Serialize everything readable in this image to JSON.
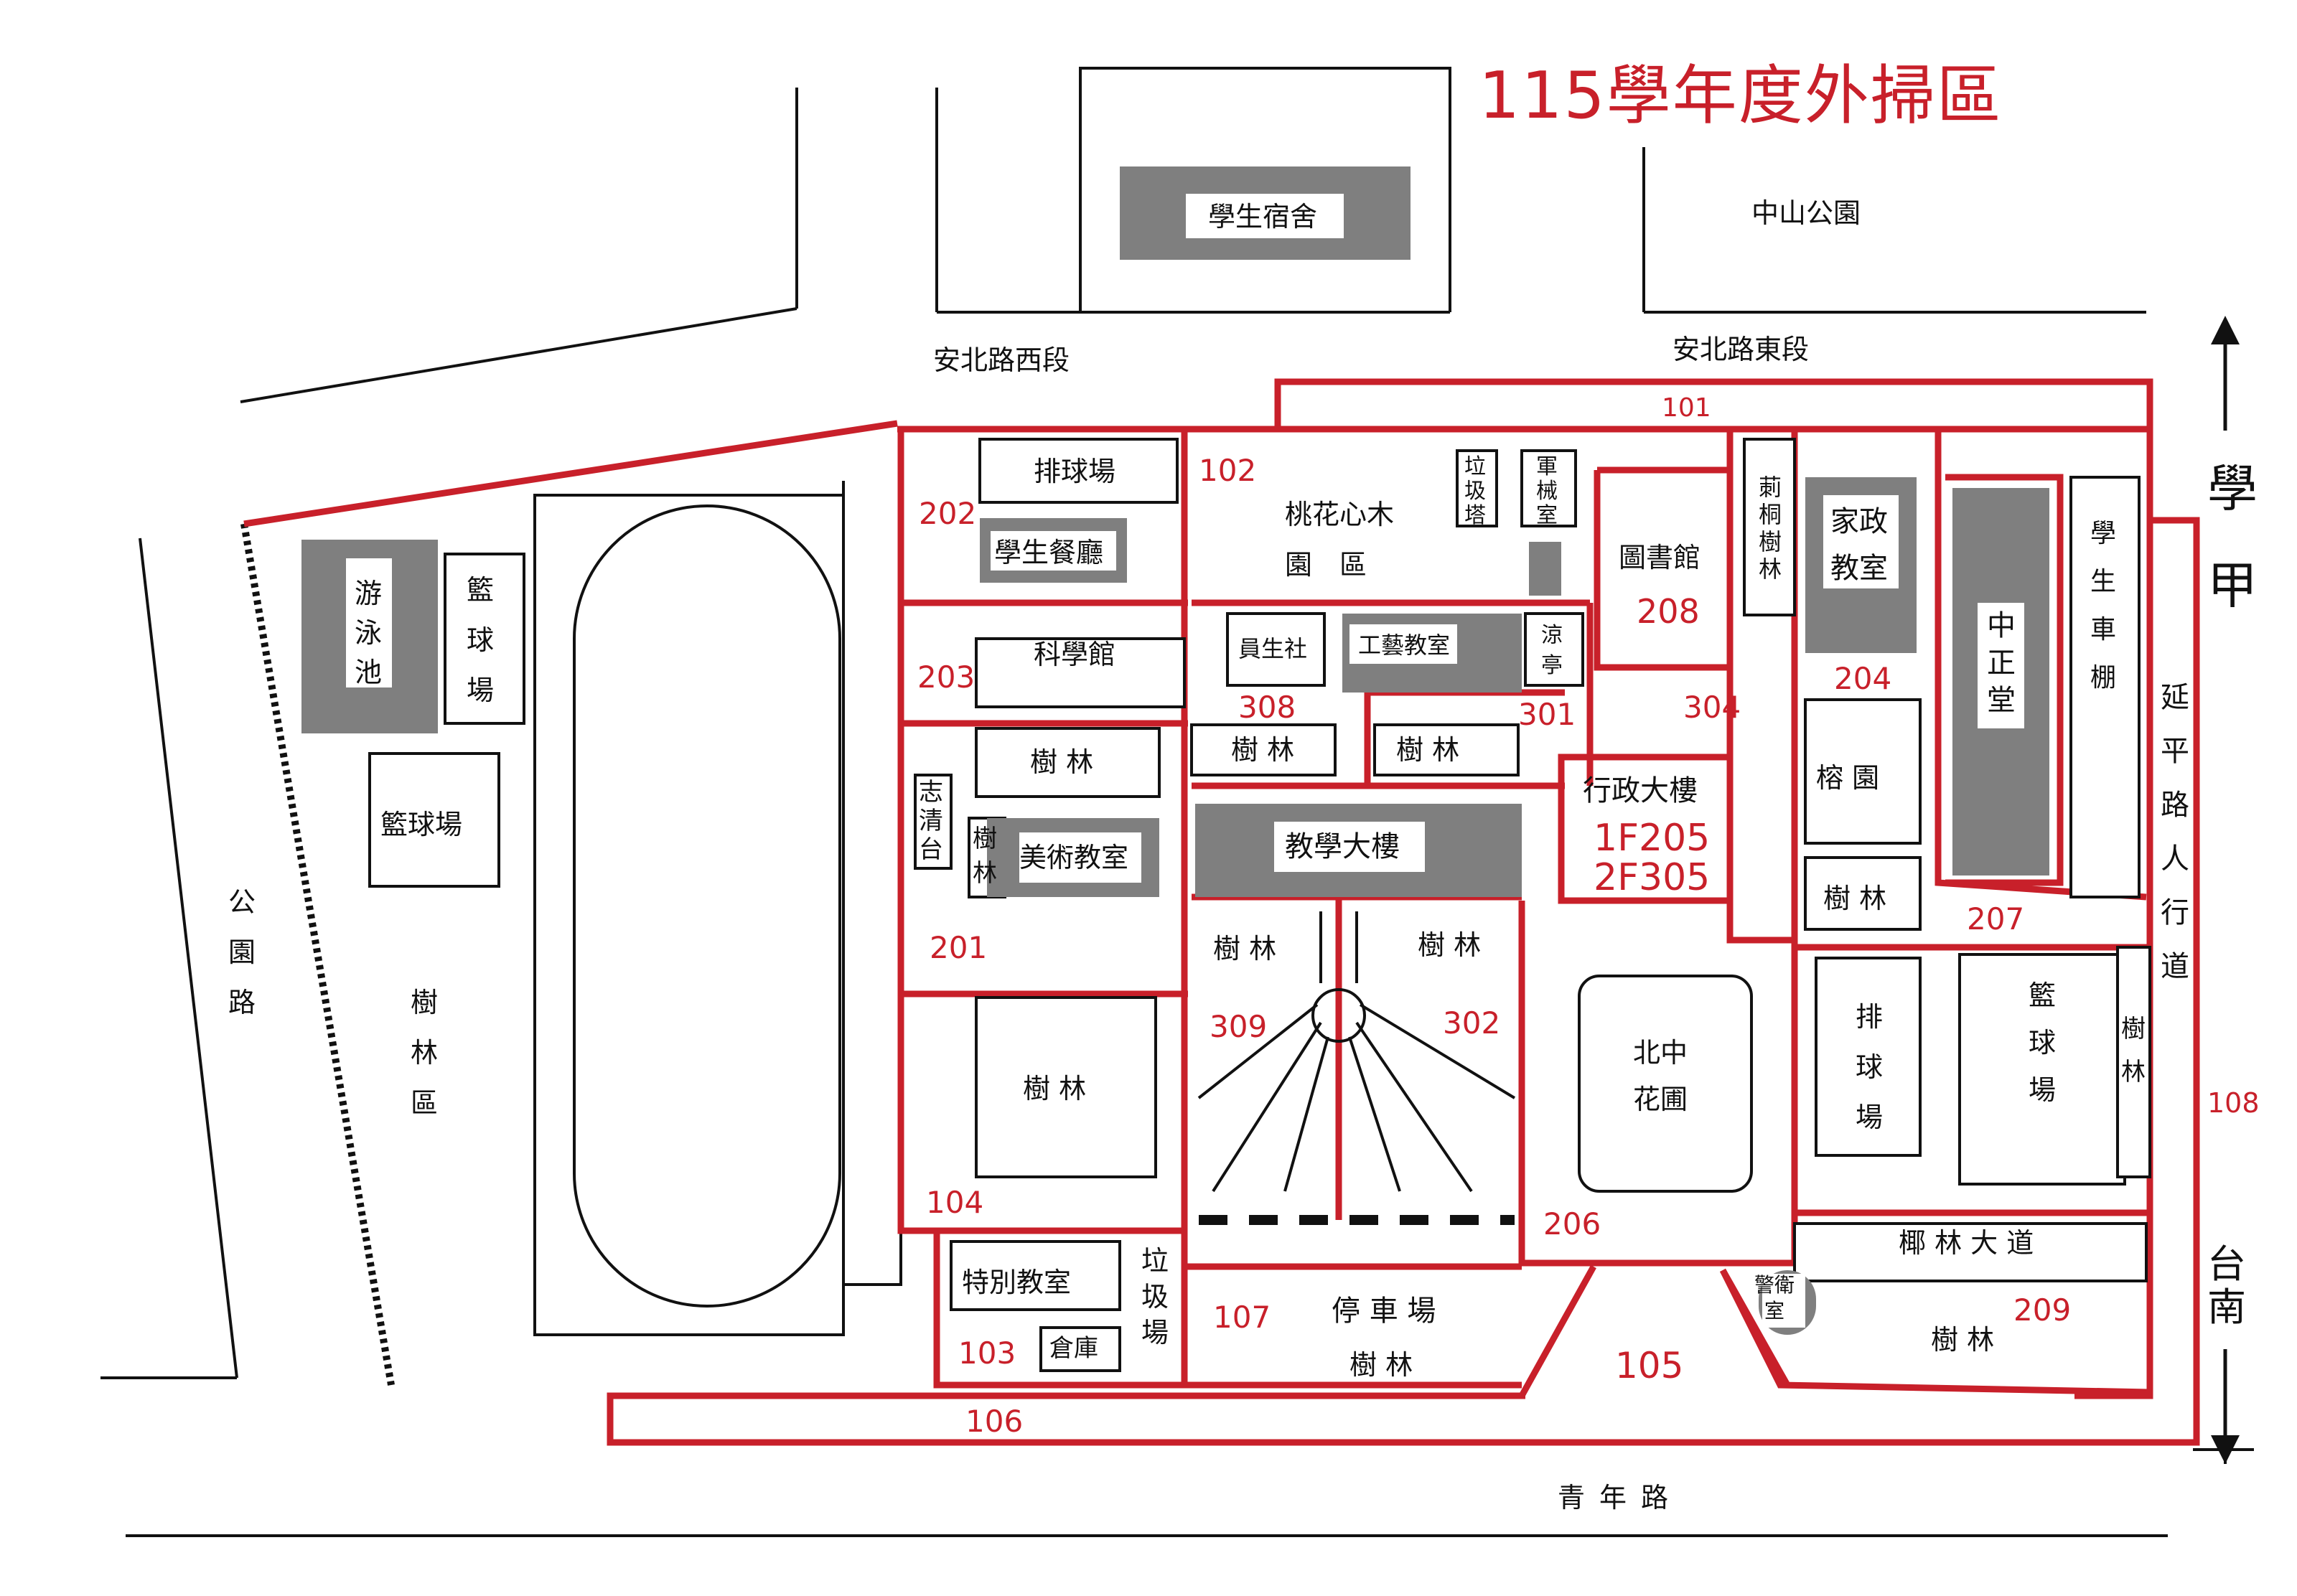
{
  "title": "115學年度外掃區",
  "colors": {
    "zone_red": "#c8202a",
    "building_gray": "#7f7f7f",
    "line_black": "#111111"
  },
  "streets": {
    "anbei_west": "安北路西段",
    "anbei_east": "安北路東段",
    "park_road": "公園路",
    "qingnian_road": "青年路",
    "yanping": "延平路人行道"
  },
  "compass": {
    "north": "學甲",
    "south": "台南"
  },
  "outside": {
    "dorm": "學生宿舍",
    "zhongshan_park": "中山公園"
  },
  "facilities": {
    "swimming_pool": "游泳池",
    "basketball_west_vertical": "籃球場",
    "basketball_west": "籃球場",
    "woods_area": "樹林區",
    "volleyball_north": "排球場",
    "cafeteria": "學生餐廳",
    "science_hall": "科學館",
    "woods_203": "樹 林",
    "zhiqing_platform": "志清台",
    "woods_small_201": "樹林",
    "art_room": "美術教室",
    "woods_104": "樹 林",
    "special_classroom": "特別教室",
    "garbage_103": "垃圾場",
    "warehouse": "倉庫",
    "peach_garden_1": "桃花心木",
    "peach_garden_2": "園　區",
    "garbage_tower": "垃圾塔",
    "armory": "軍械室",
    "coop": "員生社",
    "craft_room": "工藝教室",
    "pavilion": "涼亭",
    "woods_308": "樹 林",
    "woods_301": "樹 林",
    "teaching_building": "教學大樓",
    "woods_309": "樹 林",
    "woods_302": "樹 林",
    "library": "圖書館",
    "jasmine_woods": "莿桐樹林",
    "admin_building": "行政大樓",
    "admin_floor_1": "1F205",
    "admin_floor_2": "2F305",
    "home_ec_1": "家政",
    "home_ec_2": "教室",
    "banyan_garden": "榕 園",
    "woods_204": "樹 林",
    "zhongzheng_hall": "中正堂",
    "student_shed": "學生車棚",
    "north_garden_1": "北中",
    "north_garden_2": "花圃",
    "volleyball_east": "排球場",
    "basketball_east": "籃球場",
    "woods_east": "樹林",
    "coconut_avenue": "椰 林 大 道",
    "guard_room": "警衛室",
    "woods_209": "樹 林",
    "parking_lot": "停 車 場",
    "woods_107": "樹 林"
  },
  "zones": {
    "z101": "101",
    "z102": "102",
    "z103": "103",
    "z104": "104",
    "z105": "105",
    "z106": "106",
    "z107": "107",
    "z108": "108",
    "z201": "201",
    "z202": "202",
    "z203": "203",
    "z204": "204",
    "z206": "206",
    "z207": "207",
    "z208": "208",
    "z209": "209",
    "z301": "301",
    "z302": "302",
    "z304": "304",
    "z308": "308",
    "z309": "309"
  }
}
